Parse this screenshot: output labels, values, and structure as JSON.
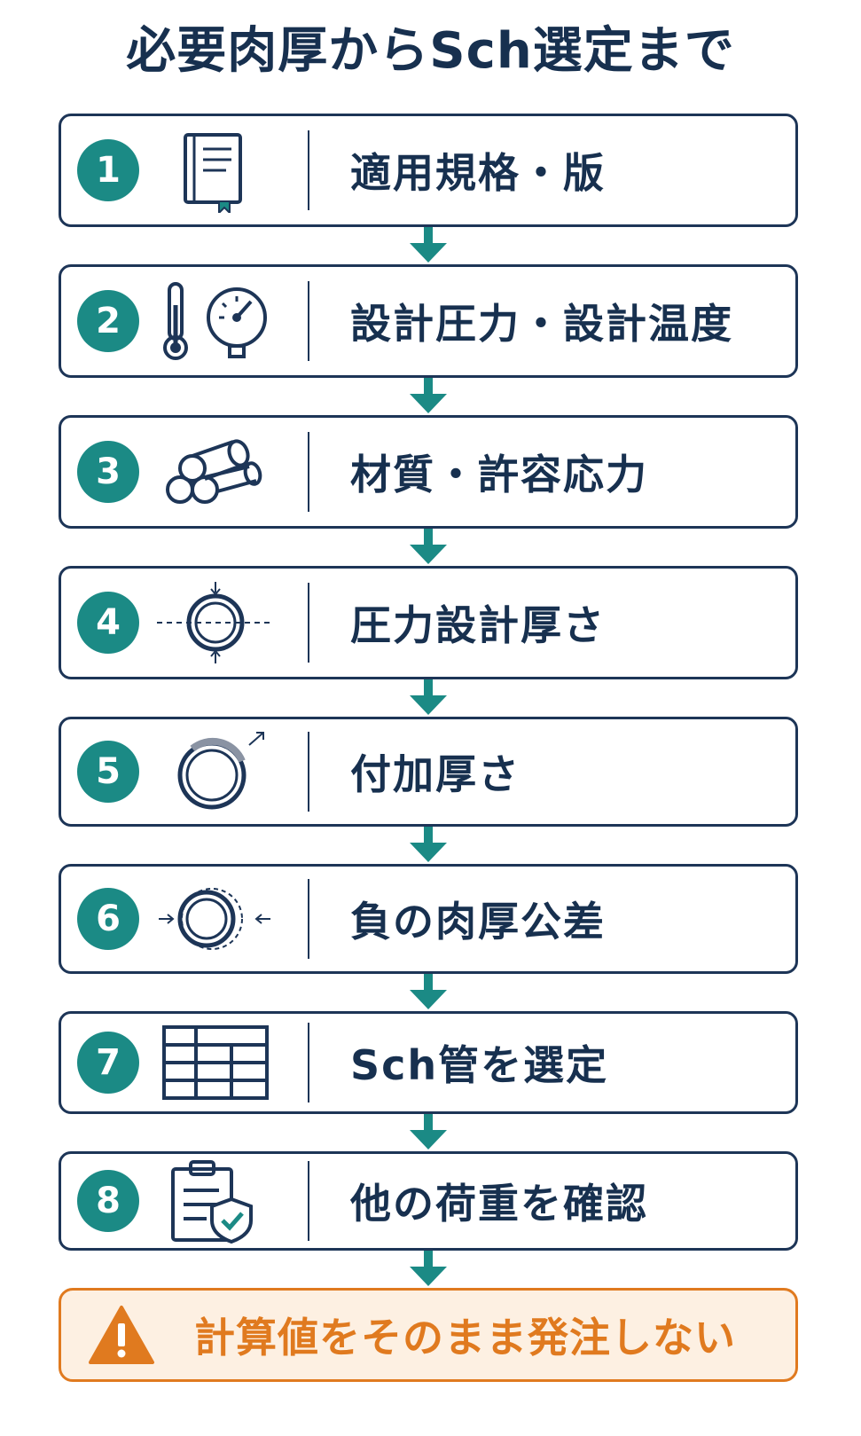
{
  "title": "必要肉厚からSch選定まで",
  "steps": [
    {
      "number": "1",
      "label": "適用規格・版",
      "icon": "book-icon"
    },
    {
      "number": "2",
      "label": "設計圧力・設計温度",
      "icon": "thermometer-gauge-icon"
    },
    {
      "number": "3",
      "label": "材質・許容応力",
      "icon": "pipe-stack-icon"
    },
    {
      "number": "4",
      "label": "圧力設計厚さ",
      "icon": "pipe-pressure-icon"
    },
    {
      "number": "5",
      "label": "付加厚さ",
      "icon": "pipe-allowance-icon"
    },
    {
      "number": "6",
      "label": "負の肉厚公差",
      "icon": "pipe-tolerance-icon"
    },
    {
      "number": "7",
      "label": "Sch管を選定",
      "icon": "table-icon"
    },
    {
      "number": "8",
      "label": "他の荷重を確認",
      "icon": "clipboard-shield-icon"
    }
  ],
  "warning": {
    "text": "計算値をそのまま発注しない",
    "icon": "warning-icon"
  },
  "colors": {
    "navy": "#1d3557",
    "teal": "#1b8a85",
    "orange": "#e07a1f",
    "warn_bg": "#fdf0e2"
  }
}
